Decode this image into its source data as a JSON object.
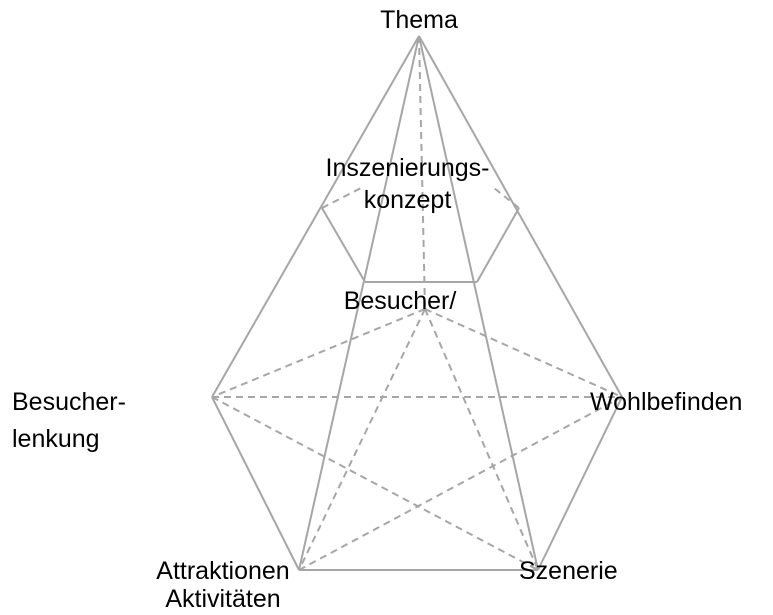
{
  "labels": {
    "thema": "Thema",
    "inszenierung_line1": "Inszenierungs-",
    "inszenierung_line2": "konzept",
    "besucher": "Besucher/",
    "besucherlenkung_line1": "Besucher-",
    "besucherlenkung_line2": "lenkung",
    "wohlbefinden": "Wohlbefinden",
    "attraktionen_line1": "Attraktionen",
    "attraktionen_line2": "Aktivitäten",
    "szenerie": "Szenerie"
  },
  "colors": {
    "line": "#a6a6a6",
    "text": "#000000",
    "background": "#ffffff"
  }
}
